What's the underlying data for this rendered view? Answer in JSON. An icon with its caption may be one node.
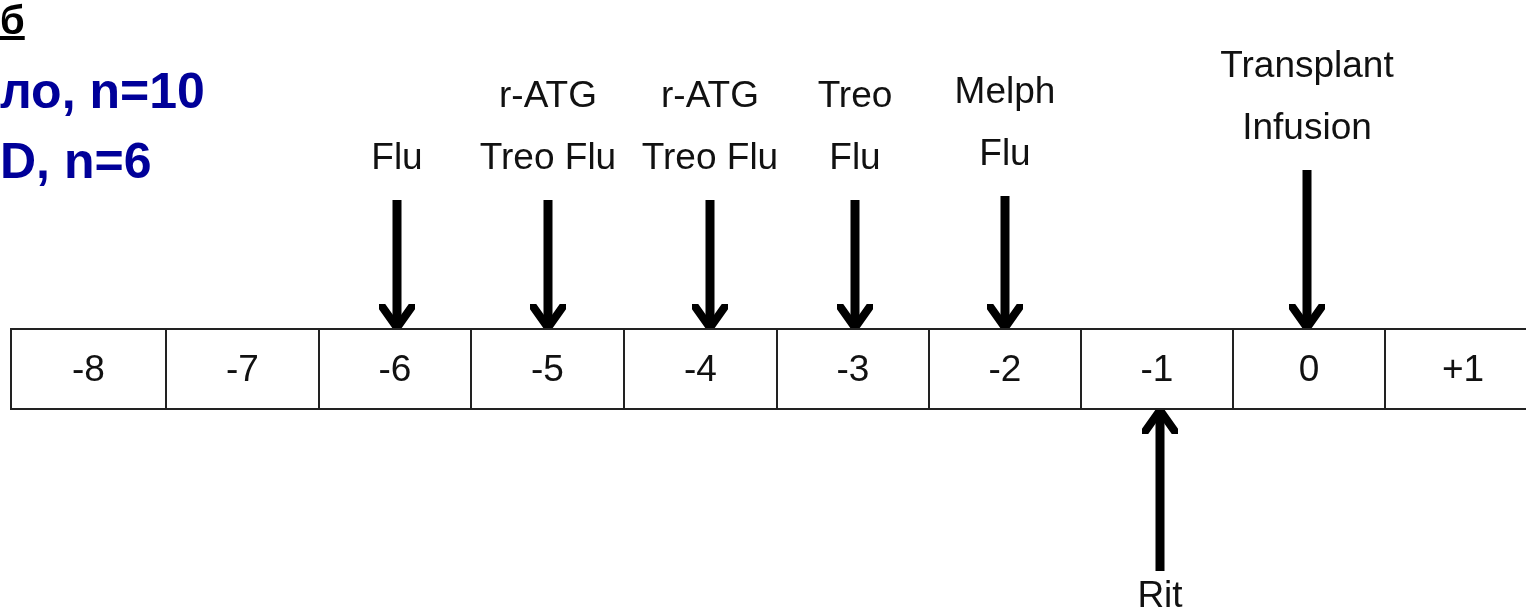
{
  "diagram": {
    "nodes": [
      {
        "text": [
          "Flu"
        ]
      },
      {
        "text": [
          "r-ATG Treo Flu"
        ]
      },
      {
        "text": [
          "r-ATG Treo Flu"
        ]
      },
      {
        "text": [
          "Treo Flu"
        ]
      },
      {
        "text": [
          "Melph Flu"
        ]
      },
      {
        "text": [
          "Transplant Infusion"
        ]
      },
      {
        "text": [
          "-8"
        ]
      },
      {
        "text": [
          "-7"
        ]
      },
      {
        "text": [
          "-6"
        ]
      },
      {
        "text": [
          "-5"
        ]
      },
      {
        "text": [
          "-4"
        ]
      },
      {
        "text": [
          "-3"
        ]
      },
      {
        "text": [
          "-2"
        ]
      },
      {
        "text": [
          "-1"
        ]
      },
      {
        "text": [
          "0"
        ]
      },
      {
        "text": [
          "+1"
        ]
      },
      {
        "text": [
          "Rit"
        ]
      }
    ],
    "edges": [
      {
        "from": 0,
        "to": 8,
        "arrow": "to"
      },
      {
        "from": 1,
        "to": 9,
        "arrow": "to"
      },
      {
        "from": 2,
        "to": 10,
        "arrow": "to"
      },
      {
        "from": 3,
        "to": 11,
        "arrow": "to"
      },
      {
        "from": 4,
        "to": 12,
        "arrow": "to"
      },
      {
        "from": 5,
        "to": 14,
        "arrow": "to"
      },
      {
        "from": 16,
        "to": 13,
        "arrow": "to"
      }
    ],
    "labels": [
      "б",
      "ло, n=10",
      "D, n=6"
    ]
  }
}
